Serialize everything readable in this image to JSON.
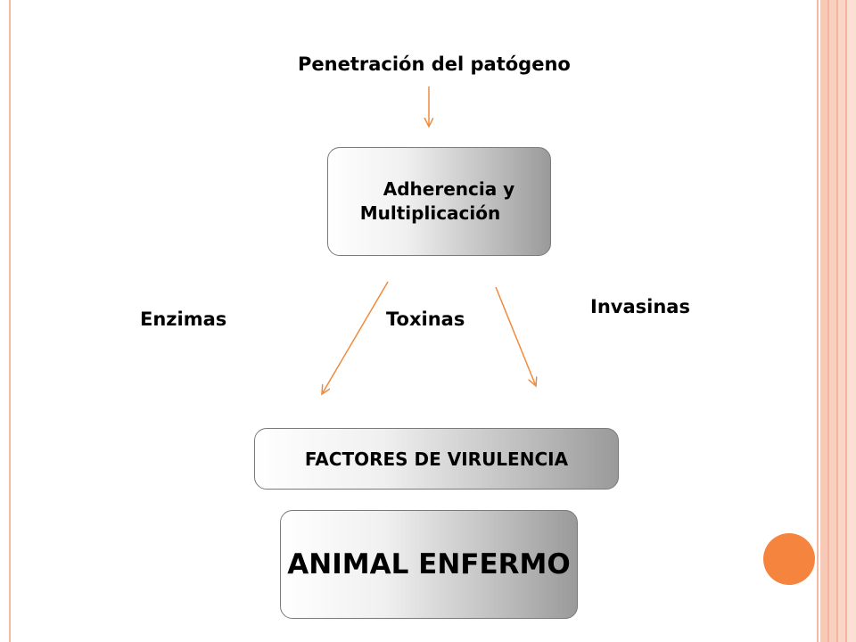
{
  "title": "Penetración del patógeno",
  "nodes": {
    "adherence_line1": "Adherencia y",
    "adherence_line2": "Multiplicación",
    "factors": "FACTORES DE VIRULENCIA",
    "result": "ANIMAL ENFERMO"
  },
  "labels": {
    "enzymes": "Enzimas",
    "toxins": "Toxinas",
    "invasins": "Invasinas"
  },
  "colors": {
    "arrow": "#f08a3e",
    "accent_dot": "#f5843f",
    "frame": "#f2b9a5"
  }
}
